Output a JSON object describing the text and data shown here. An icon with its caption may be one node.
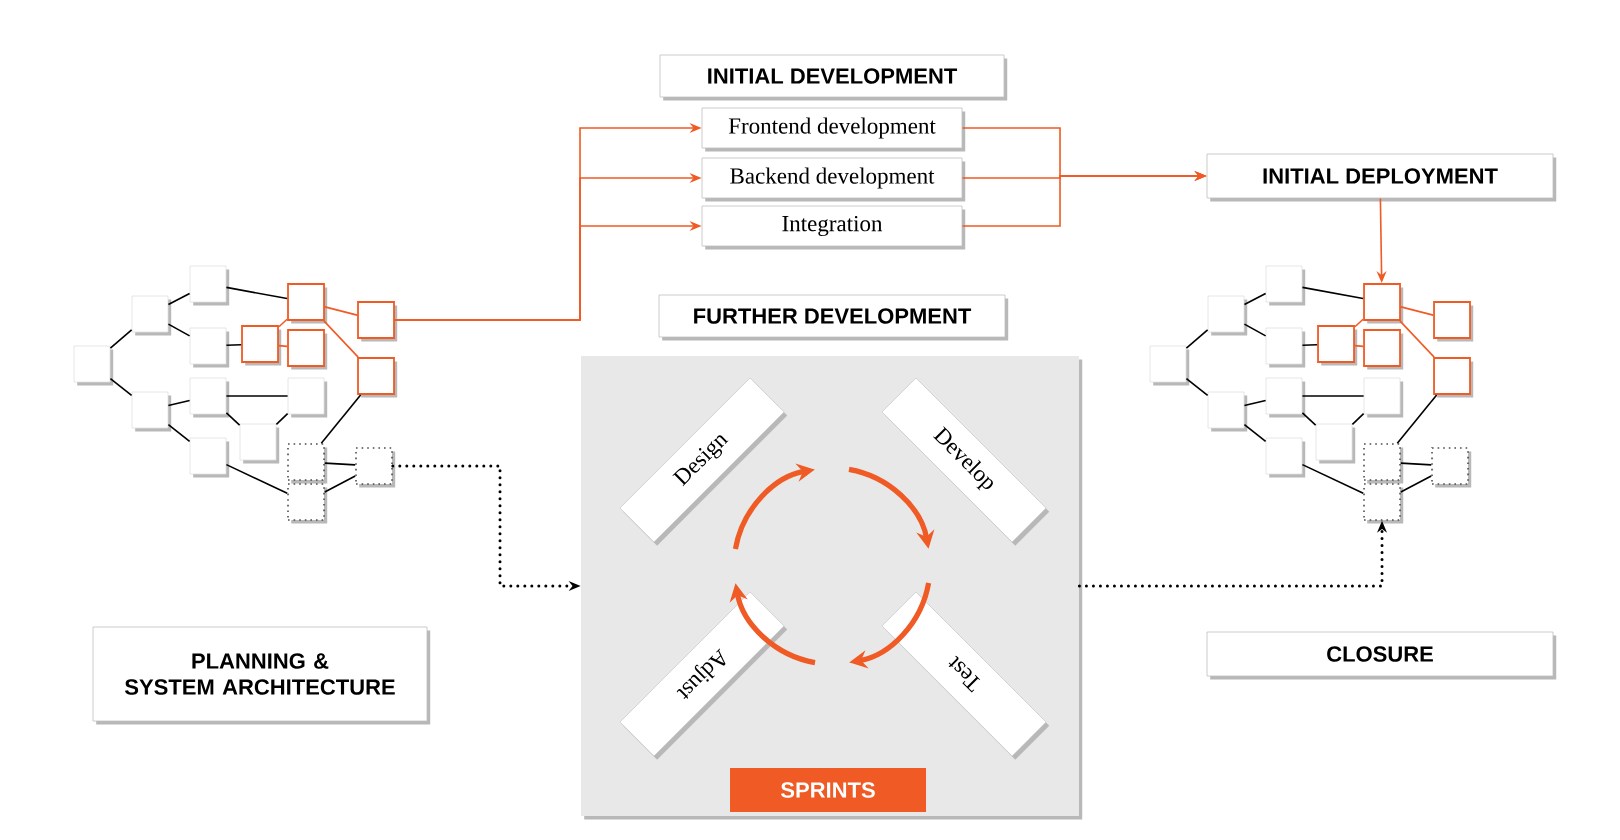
{
  "diagram": {
    "nodes": [
      {
        "text": [
          "INITIAL DEVELOPMENT"
        ]
      },
      {
        "text": [
          "Frontend development"
        ]
      },
      {
        "text": [
          "Backend development"
        ]
      },
      {
        "text": [
          "Integration"
        ]
      },
      {
        "text": [
          "INITIAL DEPLOYMENT"
        ]
      },
      {
        "text": [
          "FURTHER DEVELOPMENT"
        ]
      },
      {
        "text": [],
        "shape": "box"
      },
      {
        "text": [
          "Design"
        ],
        "in": 6
      },
      {
        "text": [
          "Develop"
        ],
        "in": 6
      },
      {
        "text": [
          "Adjust"
        ],
        "in": 6
      },
      {
        "text": [
          "Test"
        ],
        "in": 6
      },
      {
        "text": [
          "SPRINTS"
        ],
        "in": 6
      },
      {
        "text": [
          "PLANNING & SYSTEM ARCHITECTURE"
        ]
      },
      {
        "text": [
          "CLOSURE"
        ]
      },
      {
        "text": [],
        "shape": "box"
      },
      {
        "text": [],
        "shape": "box"
      },
      {
        "text": [],
        "shape": "box"
      },
      {
        "text": [],
        "shape": "box"
      },
      {
        "text": [],
        "shape": "box"
      },
      {
        "text": [],
        "shape": "box"
      },
      {
        "text": [],
        "shape": "box"
      },
      {
        "text": [],
        "shape": "box"
      },
      {
        "text": [],
        "shape": "box"
      },
      {
        "text": [],
        "shape": "box"
      },
      {
        "text": [],
        "shape": "box"
      },
      {
        "text": [],
        "shape": "box"
      },
      {
        "text": [],
        "shape": "box"
      },
      {
        "text": [],
        "shape": "box"
      },
      {
        "text": [],
        "shape": "box"
      },
      {
        "text": [],
        "shape": "box"
      },
      {
        "text": [],
        "shape": "box"
      },
      {
        "text": [],
        "shape": "box"
      },
      {
        "text": [],
        "shape": "box"
      },
      {
        "text": [],
        "shape": "box"
      },
      {
        "text": [],
        "shape": "box"
      },
      {
        "text": [],
        "shape": "box"
      },
      {
        "text": [],
        "shape": "box"
      },
      {
        "text": [],
        "shape": "box"
      },
      {
        "text": [],
        "shape": "box"
      },
      {
        "text": [],
        "shape": "box"
      },
      {
        "text": [],
        "shape": "box"
      },
      {
        "text": [],
        "shape": "box"
      },
      {
        "text": [],
        "shape": "box"
      },
      {
        "text": [],
        "shape": "box"
      },
      {
        "text": [],
        "shape": "box"
      },
      {
        "text": [],
        "shape": "box"
      },
      {
        "text": [],
        "shape": "box"
      },
      {
        "text": [],
        "shape": "box"
      }
    ],
    "edges": [
      {
        "from": 14,
        "to": 15,
        "arrow": "none"
      },
      {
        "from": 14,
        "to": 16,
        "arrow": "none"
      },
      {
        "from": 15,
        "to": 17,
        "arrow": "none"
      },
      {
        "from": 15,
        "to": 18,
        "arrow": "none"
      },
      {
        "from": 16,
        "to": 19,
        "arrow": "none"
      },
      {
        "from": 16,
        "to": 20,
        "arrow": "none"
      },
      {
        "from": 17,
        "to": 23,
        "arrow": "none"
      },
      {
        "from": 18,
        "to": 21,
        "arrow": "none"
      },
      {
        "from": 21,
        "to": 23,
        "arrow": "none",
        "color": "#f05a24"
      },
      {
        "from": 21,
        "to": 24,
        "arrow": "none",
        "color": "#f05a24"
      },
      {
        "from": 23,
        "to": 28,
        "arrow": "none",
        "color": "#f05a24"
      },
      {
        "from": 23,
        "to": 29,
        "arrow": "none",
        "color": "#f05a24"
      },
      {
        "from": 19,
        "to": 25,
        "arrow": "none"
      },
      {
        "from": 19,
        "to": 22,
        "arrow": "none"
      },
      {
        "from": 22,
        "to": 25,
        "arrow": "none"
      },
      {
        "from": 29,
        "to": 26,
        "arrow": "none"
      },
      {
        "from": 26,
        "to": 30,
        "arrow": "none"
      },
      {
        "from": 27,
        "to": 30,
        "arrow": "none"
      },
      {
        "from": 20,
        "to": 27,
        "arrow": "none"
      },
      {
        "from": 31,
        "to": 32,
        "arrow": "none"
      },
      {
        "from": 31,
        "to": 33,
        "arrow": "none"
      },
      {
        "from": 32,
        "to": 34,
        "arrow": "none"
      },
      {
        "from": 32,
        "to": 35,
        "arrow": "none"
      },
      {
        "from": 33,
        "to": 36,
        "arrow": "none"
      },
      {
        "from": 33,
        "to": 37,
        "arrow": "none"
      },
      {
        "from": 34,
        "to": 40,
        "arrow": "none"
      },
      {
        "from": 35,
        "to": 38,
        "arrow": "none"
      },
      {
        "from": 38,
        "to": 40,
        "arrow": "none",
        "color": "#f05a24"
      },
      {
        "from": 38,
        "to": 41,
        "arrow": "none",
        "color": "#f05a24"
      },
      {
        "from": 40,
        "to": 45,
        "arrow": "none",
        "color": "#f05a24"
      },
      {
        "from": 40,
        "to": 46,
        "arrow": "none",
        "color": "#f05a24"
      },
      {
        "from": 36,
        "to": 42,
        "arrow": "none"
      },
      {
        "from": 36,
        "to": 39,
        "arrow": "none"
      },
      {
        "from": 39,
        "to": 42,
        "arrow": "none"
      },
      {
        "from": 46,
        "to": 43,
        "arrow": "none"
      },
      {
        "from": 43,
        "to": 47,
        "arrow": "none"
      },
      {
        "from": 44,
        "to": 47,
        "arrow": "none"
      },
      {
        "from": 37,
        "to": 44,
        "arrow": "none"
      },
      {
        "from": 28,
        "to": 1,
        "arrow": "to",
        "color": "#f05a24"
      },
      {
        "from": 28,
        "to": 2,
        "arrow": "to",
        "color": "#f05a24"
      },
      {
        "from": 28,
        "to": 3,
        "arrow": "to",
        "color": "#f05a24"
      },
      {
        "from": 1,
        "to": 4,
        "arrow": "to",
        "color": "#f05a24"
      },
      {
        "from": 2,
        "to": 4,
        "arrow": "to",
        "color": "#f05a24"
      },
      {
        "from": 3,
        "to": 4,
        "arrow": "to",
        "color": "#f05a24"
      },
      {
        "from": 4,
        "to": 40,
        "arrow": "to",
        "color": "#f05a24"
      },
      {
        "from": 30,
        "to": 6,
        "arrow": "to",
        "style": "dashed"
      },
      {
        "from": 6,
        "to": 44,
        "arrow": "to",
        "style": "dashed"
      }
    ]
  }
}
